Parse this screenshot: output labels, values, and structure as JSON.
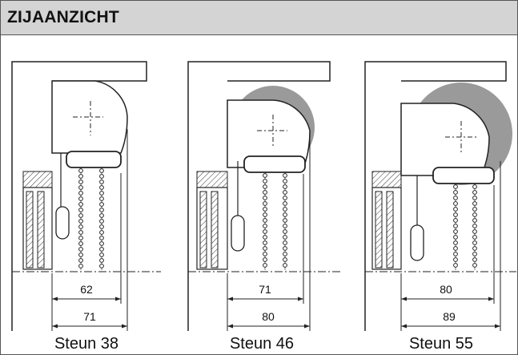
{
  "header": {
    "title": "ZIJAANZICHT"
  },
  "views": [
    {
      "caption": "Steun 38",
      "dim_inner": "62",
      "dim_outer": "71"
    },
    {
      "caption": "Steun 46",
      "dim_inner": "71",
      "dim_outer": "80"
    },
    {
      "caption": "Steun 55",
      "dim_inner": "80",
      "dim_outer": "89"
    }
  ]
}
